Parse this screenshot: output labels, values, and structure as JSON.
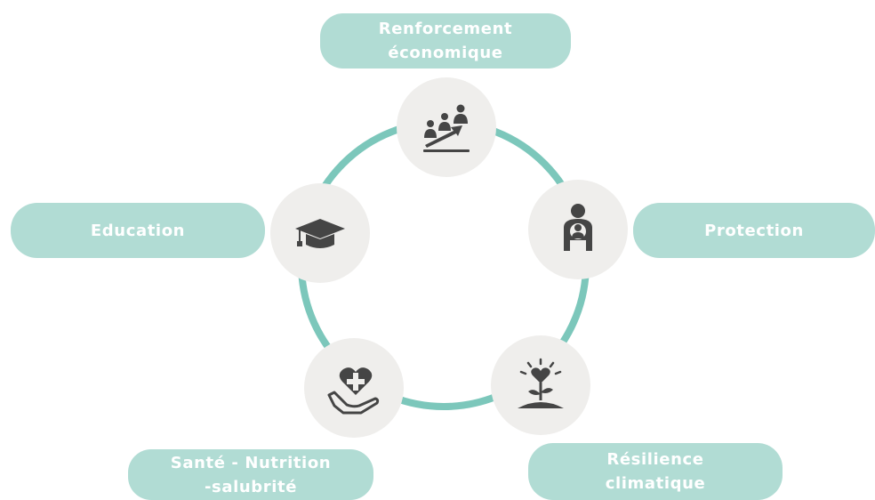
{
  "diagram": {
    "colors": {
      "ring": "#7cc7bb",
      "pill": "#b1dcd4",
      "node": "#efeeec",
      "icon": "#454545",
      "text": "#ffffff"
    },
    "nodes": [
      {
        "id": "economic",
        "icon": "growth-people-arrow-icon",
        "label_lines": [
          "Renforcement",
          "économique"
        ]
      },
      {
        "id": "protection",
        "icon": "adult-holding-child-icon",
        "label_lines": [
          "Protection"
        ]
      },
      {
        "id": "climate",
        "icon": "plant-heart-sun-icon",
        "label_lines": [
          "Résilience",
          "climatique"
        ]
      },
      {
        "id": "health",
        "icon": "hand-heart-cross-icon",
        "label_lines": [
          "Santé - Nutrition",
          "-salubrité"
        ]
      },
      {
        "id": "education",
        "icon": "graduation-cap-icon",
        "label_lines": [
          "Education"
        ]
      }
    ]
  }
}
